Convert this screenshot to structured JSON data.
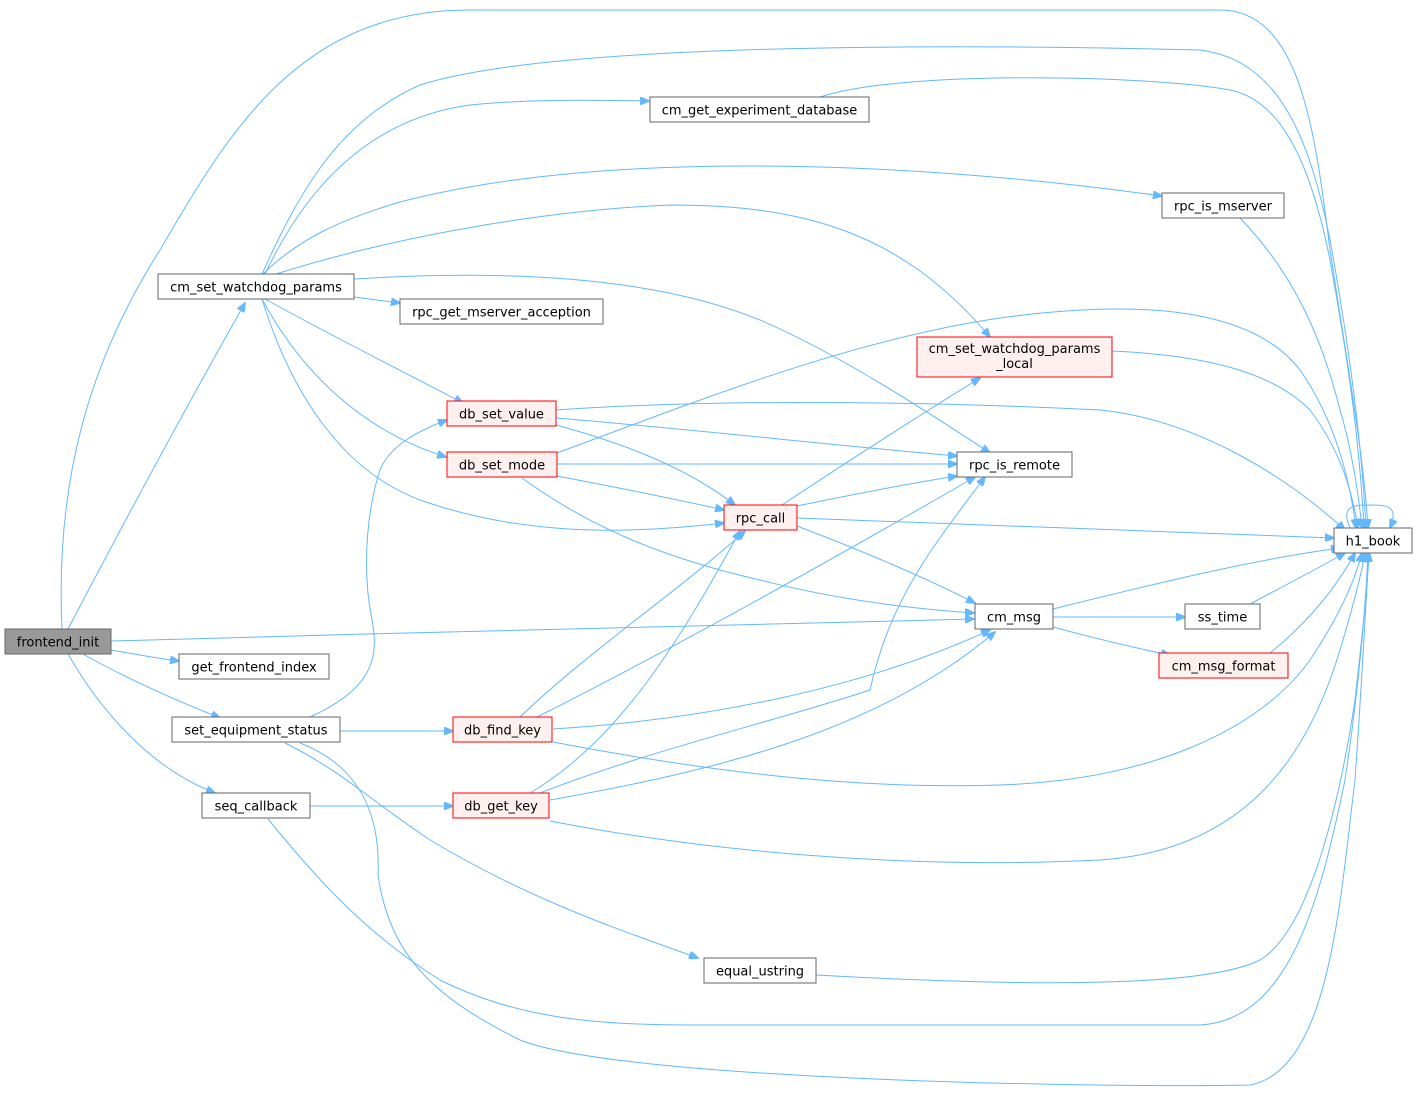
{
  "colors": {
    "edge": "#63b8ff",
    "normal_fill": "#ffffff",
    "normal_stroke": "#666666",
    "root_fill": "#999999",
    "root_stroke": "#666666",
    "red_fill": "#fff0f0",
    "red_stroke": "#ff0000"
  },
  "nodes": [
    {
      "id": "frontend_init",
      "label": "frontend_init",
      "style": "root"
    },
    {
      "id": "cm_set_watchdog_params",
      "label": "cm_set_watchdog_params",
      "style": "normal"
    },
    {
      "id": "cm_get_experiment_database",
      "label": "cm_get_experiment_database",
      "style": "normal"
    },
    {
      "id": "rpc_is_mserver",
      "label": "rpc_is_mserver",
      "style": "normal"
    },
    {
      "id": "rpc_get_mserver_acception",
      "label": "rpc_get_mserver_acception",
      "style": "normal"
    },
    {
      "id": "cm_set_watchdog_params_local",
      "label": "cm_set_watchdog_params",
      "label2": "_local",
      "style": "red"
    },
    {
      "id": "db_set_value",
      "label": "db_set_value",
      "style": "red"
    },
    {
      "id": "db_set_mode",
      "label": "db_set_mode",
      "style": "red"
    },
    {
      "id": "rpc_is_remote",
      "label": "rpc_is_remote",
      "style": "normal"
    },
    {
      "id": "rpc_call",
      "label": "rpc_call",
      "style": "red"
    },
    {
      "id": "h1_book",
      "label": "h1_book",
      "style": "normal"
    },
    {
      "id": "cm_msg",
      "label": "cm_msg",
      "style": "normal"
    },
    {
      "id": "ss_time",
      "label": "ss_time",
      "style": "normal"
    },
    {
      "id": "get_frontend_index",
      "label": "get_frontend_index",
      "style": "normal"
    },
    {
      "id": "cm_msg_format",
      "label": "cm_msg_format",
      "style": "red"
    },
    {
      "id": "set_equipment_status",
      "label": "set_equipment_status",
      "style": "normal"
    },
    {
      "id": "db_find_key",
      "label": "db_find_key",
      "style": "red"
    },
    {
      "id": "seq_callback",
      "label": "seq_callback",
      "style": "normal"
    },
    {
      "id": "db_get_key",
      "label": "db_get_key",
      "style": "red"
    },
    {
      "id": "equal_ustring",
      "label": "equal_ustring",
      "style": "normal"
    }
  ],
  "edges": [
    {
      "from": "frontend_init",
      "to": "cm_set_watchdog_params"
    },
    {
      "from": "frontend_init",
      "to": "h1_book"
    },
    {
      "from": "frontend_init",
      "to": "cm_msg"
    },
    {
      "from": "frontend_init",
      "to": "get_frontend_index"
    },
    {
      "from": "frontend_init",
      "to": "set_equipment_status"
    },
    {
      "from": "frontend_init",
      "to": "seq_callback"
    },
    {
      "from": "cm_set_watchdog_params",
      "to": "cm_get_experiment_database"
    },
    {
      "from": "cm_set_watchdog_params",
      "to": "rpc_is_mserver"
    },
    {
      "from": "cm_set_watchdog_params",
      "to": "cm_set_watchdog_params_local"
    },
    {
      "from": "cm_set_watchdog_params",
      "to": "rpc_get_mserver_acception"
    },
    {
      "from": "cm_set_watchdog_params",
      "to": "rpc_is_remote"
    },
    {
      "from": "cm_set_watchdog_params",
      "to": "db_set_value"
    },
    {
      "from": "cm_set_watchdog_params",
      "to": "db_set_mode"
    },
    {
      "from": "cm_set_watchdog_params",
      "to": "rpc_call"
    },
    {
      "from": "cm_set_watchdog_params",
      "to": "h1_book"
    },
    {
      "from": "cm_get_experiment_database",
      "to": "h1_book"
    },
    {
      "from": "rpc_is_mserver",
      "to": "h1_book"
    },
    {
      "from": "cm_set_watchdog_params_local",
      "to": "h1_book"
    },
    {
      "from": "db_set_value",
      "to": "rpc_is_remote"
    },
    {
      "from": "db_set_value",
      "to": "rpc_call"
    },
    {
      "from": "db_set_value",
      "to": "h1_book"
    },
    {
      "from": "db_set_mode",
      "to": "rpc_is_remote"
    },
    {
      "from": "db_set_mode",
      "to": "rpc_call"
    },
    {
      "from": "db_set_mode",
      "to": "cm_msg"
    },
    {
      "from": "db_set_mode",
      "to": "h1_book"
    },
    {
      "from": "rpc_call",
      "to": "cm_set_watchdog_params_local"
    },
    {
      "from": "rpc_call",
      "to": "rpc_is_remote"
    },
    {
      "from": "rpc_call",
      "to": "h1_book"
    },
    {
      "from": "rpc_call",
      "to": "cm_msg"
    },
    {
      "from": "h1_book",
      "to": "h1_book"
    },
    {
      "from": "cm_msg",
      "to": "h1_book"
    },
    {
      "from": "cm_msg",
      "to": "ss_time"
    },
    {
      "from": "cm_msg",
      "to": "cm_msg_format"
    },
    {
      "from": "ss_time",
      "to": "h1_book"
    },
    {
      "from": "cm_msg_format",
      "to": "h1_book"
    },
    {
      "from": "set_equipment_status",
      "to": "db_set_value"
    },
    {
      "from": "set_equipment_status",
      "to": "db_find_key"
    },
    {
      "from": "set_equipment_status",
      "to": "equal_ustring"
    },
    {
      "from": "set_equipment_status",
      "to": "h1_book"
    },
    {
      "from": "db_find_key",
      "to": "rpc_call"
    },
    {
      "from": "db_find_key",
      "to": "rpc_is_remote"
    },
    {
      "from": "db_find_key",
      "to": "cm_msg"
    },
    {
      "from": "db_find_key",
      "to": "h1_book"
    },
    {
      "from": "seq_callback",
      "to": "db_get_key"
    },
    {
      "from": "seq_callback",
      "to": "h1_book"
    },
    {
      "from": "db_get_key",
      "to": "rpc_call"
    },
    {
      "from": "db_get_key",
      "to": "rpc_is_remote"
    },
    {
      "from": "db_get_key",
      "to": "cm_msg"
    },
    {
      "from": "db_get_key",
      "to": "h1_book"
    },
    {
      "from": "equal_ustring",
      "to": "h1_book"
    }
  ]
}
